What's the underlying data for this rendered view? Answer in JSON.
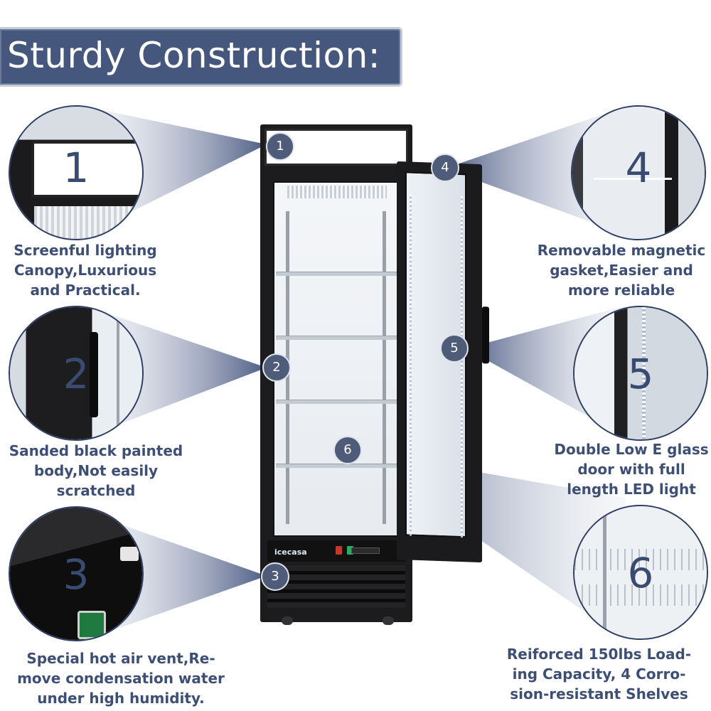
{
  "title": "Sturdy Construction:",
  "fridge": {
    "brand_logo": "icecasa"
  },
  "features": [
    {
      "number": "1",
      "description_lines": [
        "Screenful lighting",
        "Canopy,Luxurious",
        "and Practical."
      ]
    },
    {
      "number": "2",
      "description_lines": [
        "Sanded black painted",
        "body,Not easily",
        "scratched"
      ]
    },
    {
      "number": "3",
      "description_lines": [
        "Special hot air vent,Re-",
        "move condensation water",
        "under high humidity."
      ]
    },
    {
      "number": "4",
      "description_lines": [
        "Removable magnetic",
        "gasket,Easier and",
        "more reliable"
      ]
    },
    {
      "number": "5",
      "description_lines": [
        "Double Low E glass",
        "door with full",
        "length LED light"
      ]
    },
    {
      "number": "6",
      "description_lines": [
        "Reiforced 150lbs Load-",
        "ing Capacity, 4 Corro-",
        "sion-resistant Shelves"
      ]
    }
  ],
  "colors": {
    "banner": "#45577c",
    "text": "#3e4f75",
    "marker": "#4e5c7a"
  }
}
